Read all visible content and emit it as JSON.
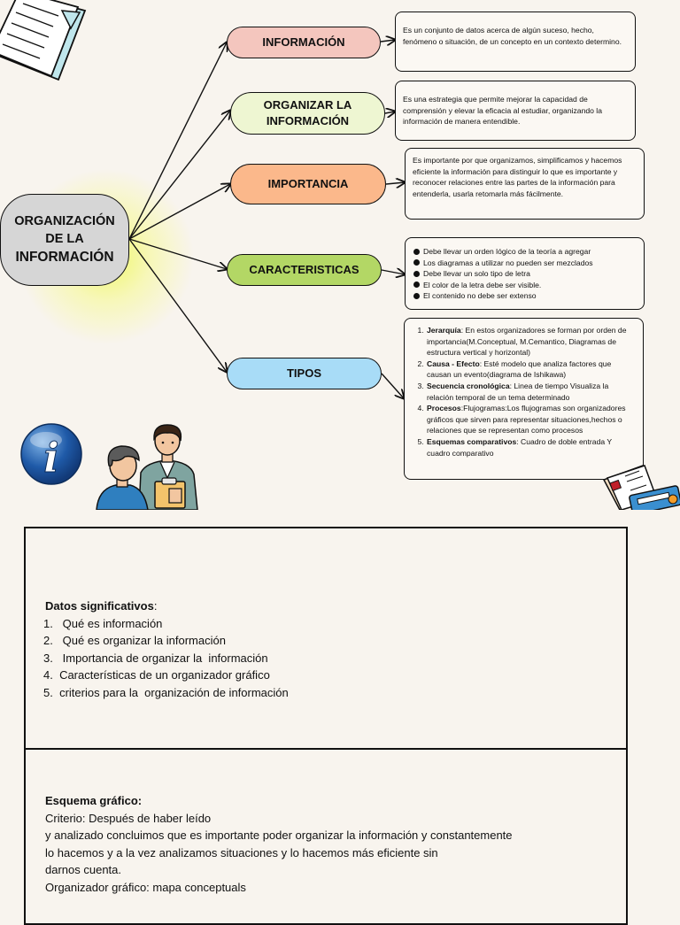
{
  "central": {
    "line1": "ORGANIZACIÓN",
    "line2": "DE LA",
    "line3": "INFORMACIÓN"
  },
  "branches": [
    {
      "label": "INFORMACIÓN",
      "color": "#f4c6be",
      "text": "Es un  conjunto de datos acerca de algún suceso, hecho, fenómeno o situación, de un concepto en un contexto determino."
    },
    {
      "label": "ORGANIZAR LA INFORMACIÓN",
      "color": "#eef6d2",
      "text": "Es una estrategia que permite mejorar la capacidad de comprensión y elevar la eficacia al estudiar, organizando la información de manera entendible."
    },
    {
      "label": "IMPORTANCIA",
      "color": "#fbb88b",
      "text": "Es importante  por que  organizamos, simplificamos y hacemos eficiente la información para distinguir lo que es importante y reconocer relaciones entre las partes de la información para entenderla, usarla retomarla más fácilmente."
    },
    {
      "label": "CARACTERISTICAS",
      "color": "#b3d765",
      "items": [
        "Debe llevar un orden lógico de la teoría a agregar",
        "Los diagramas a utilizar no pueden ser mezclados",
        "Debe llevar un solo tipo de letra",
        "El color de la letra debe ser visible.",
        "El contenido no debe ser extenso"
      ]
    },
    {
      "label": "TIPOS",
      "color": "#a8dcf7",
      "items": [
        {
          "term": "Jerarquía",
          "desc": ": En estos organizadores se forman por orden de importancia(M.Conceptual, M.Cemantico, Diagramas de estructura vertical y horizontal)"
        },
        {
          "term": "Causa - Efecto",
          "desc": ": Esté modelo que analiza factores que causan un evento(diagrama de Ishikawa)"
        },
        {
          "term": "Secuencia cronológica",
          "desc": ": Linea de tiempo Visualiza la relación temporal  de un tema determinado"
        },
        {
          "term": "Procesos",
          "desc": ":Flujogramas:Los flujogramas son organizadores gráficos que sirven para representar situaciones,hechos o relaciones que se representan como procesos"
        },
        {
          "term": "Esquemas comparativos",
          "desc": ": Cuadro de doble entrada Y cuadro comparativo"
        }
      ]
    }
  ],
  "datos": {
    "title": "Datos significativos",
    "colon": ":",
    "items": [
      "1.   Qué es información",
      "2.   Qué es organizar la información",
      "3.   Importancia de organizar la  información",
      "4.  Características de un organizador gráfico",
      "5.  criterios para la  organización de información"
    ]
  },
  "esquema": {
    "title": "Esquema gráfico:",
    "lines": [
      "Criterio: Después de haber leído",
      "y analizado concluimos que es importante poder organizar la información y constantemente",
      "lo hacemos y a la vez analizamos situaciones y lo hacemos más eficiente sin",
      "darnos cuenta.",
      "Organizador gráfico: mapa conceptuals"
    ]
  },
  "icons": {
    "info_letter": "i"
  }
}
